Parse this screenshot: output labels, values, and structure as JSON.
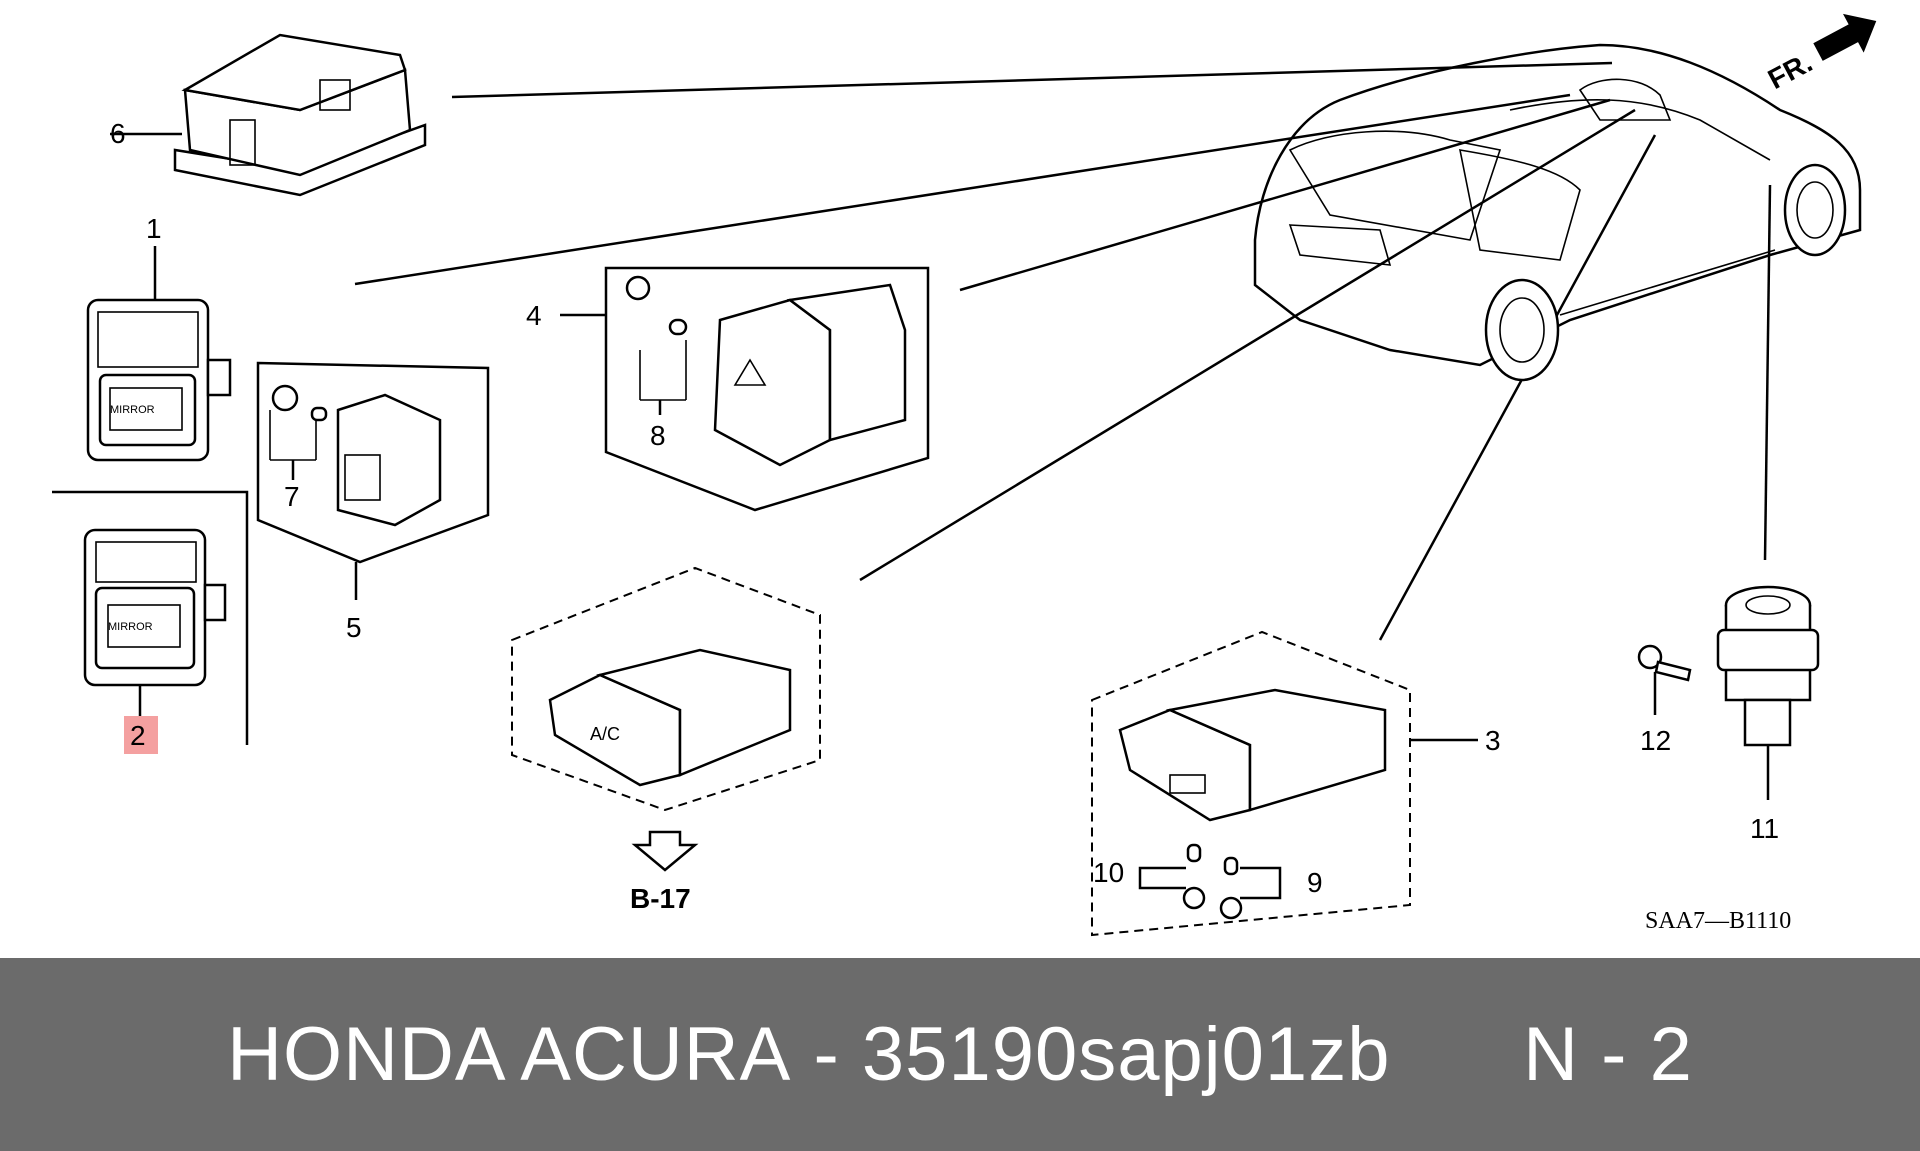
{
  "diagram": {
    "callouts": [
      {
        "id": "1",
        "text": "1"
      },
      {
        "id": "2",
        "text": "2"
      },
      {
        "id": "3",
        "text": "3"
      },
      {
        "id": "4",
        "text": "4"
      },
      {
        "id": "5",
        "text": "5"
      },
      {
        "id": "6",
        "text": "6"
      },
      {
        "id": "7",
        "text": "7"
      },
      {
        "id": "8",
        "text": "8"
      },
      {
        "id": "9",
        "text": "9"
      },
      {
        "id": "10",
        "text": "10"
      },
      {
        "id": "11",
        "text": "11"
      },
      {
        "id": "12",
        "text": "12"
      }
    ],
    "highlight_color": "#f4a0a0",
    "direction_label": "FR.",
    "reference_label": "B-17",
    "diagram_code": "SAA7—B1110",
    "switch_mirror_label": "MIRROR",
    "switch_ac_label": "A/C"
  },
  "banner": {
    "brand": "HONDA ACURA",
    "separator": "-",
    "part_number": "35190sapj01zb",
    "position_prefix": "N - ",
    "position_number": "2",
    "background": "#6b6b6b"
  }
}
